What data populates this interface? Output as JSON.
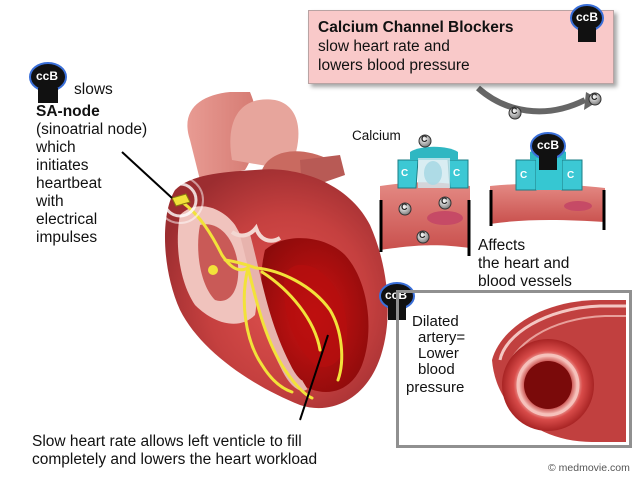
{
  "title_box": {
    "title": "Calcium Channel Blockers",
    "line2": "slow heart rate and",
    "line3": "lowers blood pressure"
  },
  "ccb_badge": "ccB",
  "calcium_symbol": "C",
  "sa_node": {
    "slows": "slows",
    "heading": "SA-node",
    "paren": "(sinoatrial node)",
    "lines": [
      "which",
      "initiates",
      "heartbeat",
      "with",
      "electrical",
      "impulses"
    ]
  },
  "calcium_label": "Calcium",
  "affects": [
    "Affects",
    "the heart and",
    "blood vessels"
  ],
  "dilated": [
    "Dilated",
    "artery=",
    "Lower",
    "blood",
    "pressure"
  ],
  "caption": [
    "Slow heart rate allows left venticle to fill",
    "completely and lowers the heart workload"
  ],
  "credit": "© medmovie.com",
  "colors": {
    "title_bg": "#f9c9c9",
    "badge_bg": "#111111",
    "badge_ring": "#3a6fd8",
    "channel": "#3cc8d4",
    "tissue": "#d9605e",
    "conduction": "#f2e23a"
  }
}
